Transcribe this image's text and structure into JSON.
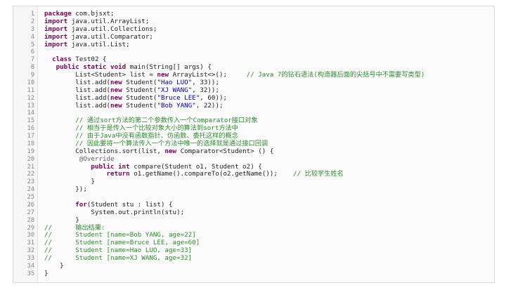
{
  "lines": [
    {
      "n": "1",
      "t": [
        {
          "k": "kw",
          "v": "package"
        },
        {
          "k": "p",
          "v": " com.bjsxt;"
        }
      ]
    },
    {
      "n": "2",
      "t": [
        {
          "k": "kw",
          "v": "import"
        },
        {
          "k": "p",
          "v": " java.util.ArrayList;"
        }
      ]
    },
    {
      "n": "3",
      "t": [
        {
          "k": "kw",
          "v": "import"
        },
        {
          "k": "p",
          "v": " java.util.Collections;"
        }
      ]
    },
    {
      "n": "4",
      "t": [
        {
          "k": "kw",
          "v": "import"
        },
        {
          "k": "p",
          "v": " java.util.Comparator;"
        }
      ]
    },
    {
      "n": "5",
      "t": [
        {
          "k": "kw",
          "v": "import"
        },
        {
          "k": "p",
          "v": " java.util.List;"
        }
      ]
    },
    {
      "n": "6",
      "t": []
    },
    {
      "n": "7",
      "t": [
        {
          "k": "p",
          "v": "  "
        },
        {
          "k": "kw",
          "v": "class"
        },
        {
          "k": "p",
          "v": " Test02 {"
        }
      ]
    },
    {
      "n": "8",
      "t": [
        {
          "k": "p",
          "v": "   "
        },
        {
          "k": "kw",
          "v": "public static void"
        },
        {
          "k": "p",
          "v": " main(String[] args) {"
        }
      ]
    },
    {
      "n": "9",
      "t": [
        {
          "k": "p",
          "v": "        List<Student> list = "
        },
        {
          "k": "kw",
          "v": "new"
        },
        {
          "k": "p",
          "v": " ArrayList<>();     "
        },
        {
          "k": "cm",
          "v": "// Java 7的钻石语法(构造器后面的尖括号中不需要写类型)"
        }
      ]
    },
    {
      "n": "10",
      "t": [
        {
          "k": "p",
          "v": "        list.add("
        },
        {
          "k": "kw",
          "v": "new"
        },
        {
          "k": "p",
          "v": " Student("
        },
        {
          "k": "str",
          "v": "\"Hao LUO\""
        },
        {
          "k": "p",
          "v": ", 33));"
        }
      ]
    },
    {
      "n": "11",
      "t": [
        {
          "k": "p",
          "v": "        list.add("
        },
        {
          "k": "kw",
          "v": "new"
        },
        {
          "k": "p",
          "v": " Student("
        },
        {
          "k": "str",
          "v": "\"XJ WANG\""
        },
        {
          "k": "p",
          "v": ", 32));"
        }
      ]
    },
    {
      "n": "12",
      "t": [
        {
          "k": "p",
          "v": "        list.add("
        },
        {
          "k": "kw",
          "v": "new"
        },
        {
          "k": "p",
          "v": " Student("
        },
        {
          "k": "str",
          "v": "\"Bruce LEE\""
        },
        {
          "k": "p",
          "v": ", 60));"
        }
      ]
    },
    {
      "n": "13",
      "t": [
        {
          "k": "p",
          "v": "        list.add("
        },
        {
          "k": "kw",
          "v": "new"
        },
        {
          "k": "p",
          "v": " Student("
        },
        {
          "k": "str",
          "v": "\"Bob YANG\""
        },
        {
          "k": "p",
          "v": ", 22));"
        }
      ]
    },
    {
      "n": "14",
      "t": []
    },
    {
      "n": "15",
      "t": [
        {
          "k": "p",
          "v": "        "
        },
        {
          "k": "cm",
          "v": "// 通过sort方法的第二个参数传入一个Comparator接口对象"
        }
      ]
    },
    {
      "n": "16",
      "t": [
        {
          "k": "p",
          "v": "        "
        },
        {
          "k": "cm",
          "v": "// 相当于是传入一个比较对象大小的算法到sort方法中"
        }
      ]
    },
    {
      "n": "17",
      "t": [
        {
          "k": "p",
          "v": "        "
        },
        {
          "k": "cm",
          "v": "// 由于Java中没有函数指针、仿函数、委托这样的概念"
        }
      ]
    },
    {
      "n": "18",
      "t": [
        {
          "k": "p",
          "v": "        "
        },
        {
          "k": "cm",
          "v": "// 因此要将一个算法传入一个方法中唯一的选择就是通过接口回调"
        }
      ]
    },
    {
      "n": "19",
      "t": [
        {
          "k": "p",
          "v": "        Collections.sort(list, "
        },
        {
          "k": "kw",
          "v": "new"
        },
        {
          "k": "p",
          "v": " Comparator<Student> () {"
        }
      ]
    },
    {
      "n": "20",
      "t": [
        {
          "k": "p",
          "v": "         "
        },
        {
          "k": "ann",
          "v": "@Override"
        }
      ]
    },
    {
      "n": "21",
      "t": [
        {
          "k": "p",
          "v": "            "
        },
        {
          "k": "kw",
          "v": "public int"
        },
        {
          "k": "p",
          "v": " compare(Student o1, Student o2) {"
        }
      ]
    },
    {
      "n": "22",
      "t": [
        {
          "k": "p",
          "v": "                "
        },
        {
          "k": "kw",
          "v": "return"
        },
        {
          "k": "p",
          "v": " o1.getName().compareTo(o2.getName());    "
        },
        {
          "k": "cm",
          "v": "// 比较学生姓名"
        }
      ]
    },
    {
      "n": "23",
      "t": [
        {
          "k": "p",
          "v": "            }"
        }
      ]
    },
    {
      "n": "24",
      "t": [
        {
          "k": "p",
          "v": "        });"
        }
      ]
    },
    {
      "n": "25",
      "t": []
    },
    {
      "n": "26",
      "t": [
        {
          "k": "p",
          "v": "        "
        },
        {
          "k": "kw",
          "v": "for"
        },
        {
          "k": "p",
          "v": "(Student stu : list) {"
        }
      ]
    },
    {
      "n": "27",
      "t": [
        {
          "k": "p",
          "v": "            System.out.println(stu);"
        }
      ]
    },
    {
      "n": "28",
      "t": [
        {
          "k": "p",
          "v": "        }"
        }
      ]
    },
    {
      "n": "29",
      "t": [
        {
          "k": "cm",
          "v": "//      输出结果:"
        }
      ]
    },
    {
      "n": "30",
      "t": [
        {
          "k": "cm",
          "v": "//      Student [name=Bob YANG, age=22]"
        }
      ]
    },
    {
      "n": "31",
      "t": [
        {
          "k": "cm",
          "v": "//      Student [name=Bruce LEE, age=60]"
        }
      ]
    },
    {
      "n": "32",
      "t": [
        {
          "k": "cm",
          "v": "//      Student [name=Hao LUO, age=33]"
        }
      ]
    },
    {
      "n": "33",
      "t": [
        {
          "k": "cm",
          "v": "//      Student [name=XJ WANG, age=32]"
        }
      ]
    },
    {
      "n": "34",
      "t": [
        {
          "k": "p",
          "v": "    }"
        }
      ]
    },
    {
      "n": "35",
      "t": [
        {
          "k": "p",
          "v": "}"
        }
      ]
    }
  ]
}
